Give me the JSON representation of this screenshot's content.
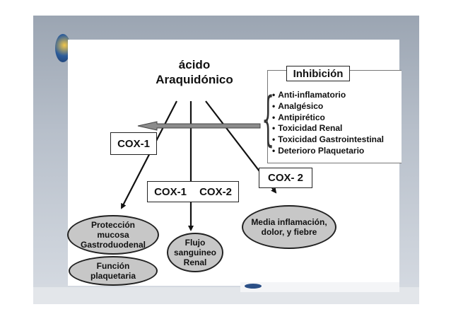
{
  "diagram": {
    "title_line1": "ácido",
    "title_line2": "Araquidónico",
    "inhibition": {
      "title": "Inhibición",
      "items": [
        "Anti-inflamatorio",
        "Analgésico",
        "Antipirético",
        "Toxicidad Renal",
        "Toxicidad Gastrointestinal",
        "Deterioro Plaquetario"
      ]
    },
    "cox1_label": "COX-1",
    "cox2_label": "COX- 2",
    "cox_both_left": "COX-1",
    "cox_both_right": "COX-2",
    "outcomes": {
      "mucosa": "Protección mucosa Gastroduodenal",
      "platelet": "Función plaquetaria",
      "renal": "Flujo sanguineo Renal",
      "inflammation": "Media inflamación, dolor, y fiebre"
    }
  },
  "colors": {
    "ellipse_fill": "#c7c7c7",
    "arrow_fill": "#8c8c8c",
    "border": "#222222"
  }
}
